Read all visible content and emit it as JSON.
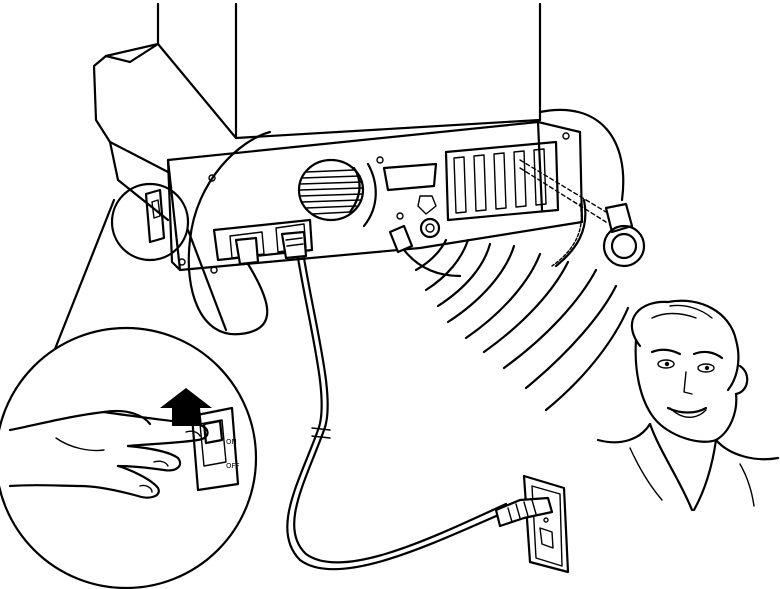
{
  "figure": {
    "switch_labels": {
      "on": "ON",
      "off": "OFF"
    }
  },
  "colors": {
    "ink": "#000000",
    "paper": "#ffffff"
  },
  "icons": [
    "system-unit",
    "power-switch",
    "arrow-up-icon",
    "hand",
    "power-cord",
    "wall-outlet",
    "speaker-grille",
    "sound-waves",
    "person-face"
  ]
}
